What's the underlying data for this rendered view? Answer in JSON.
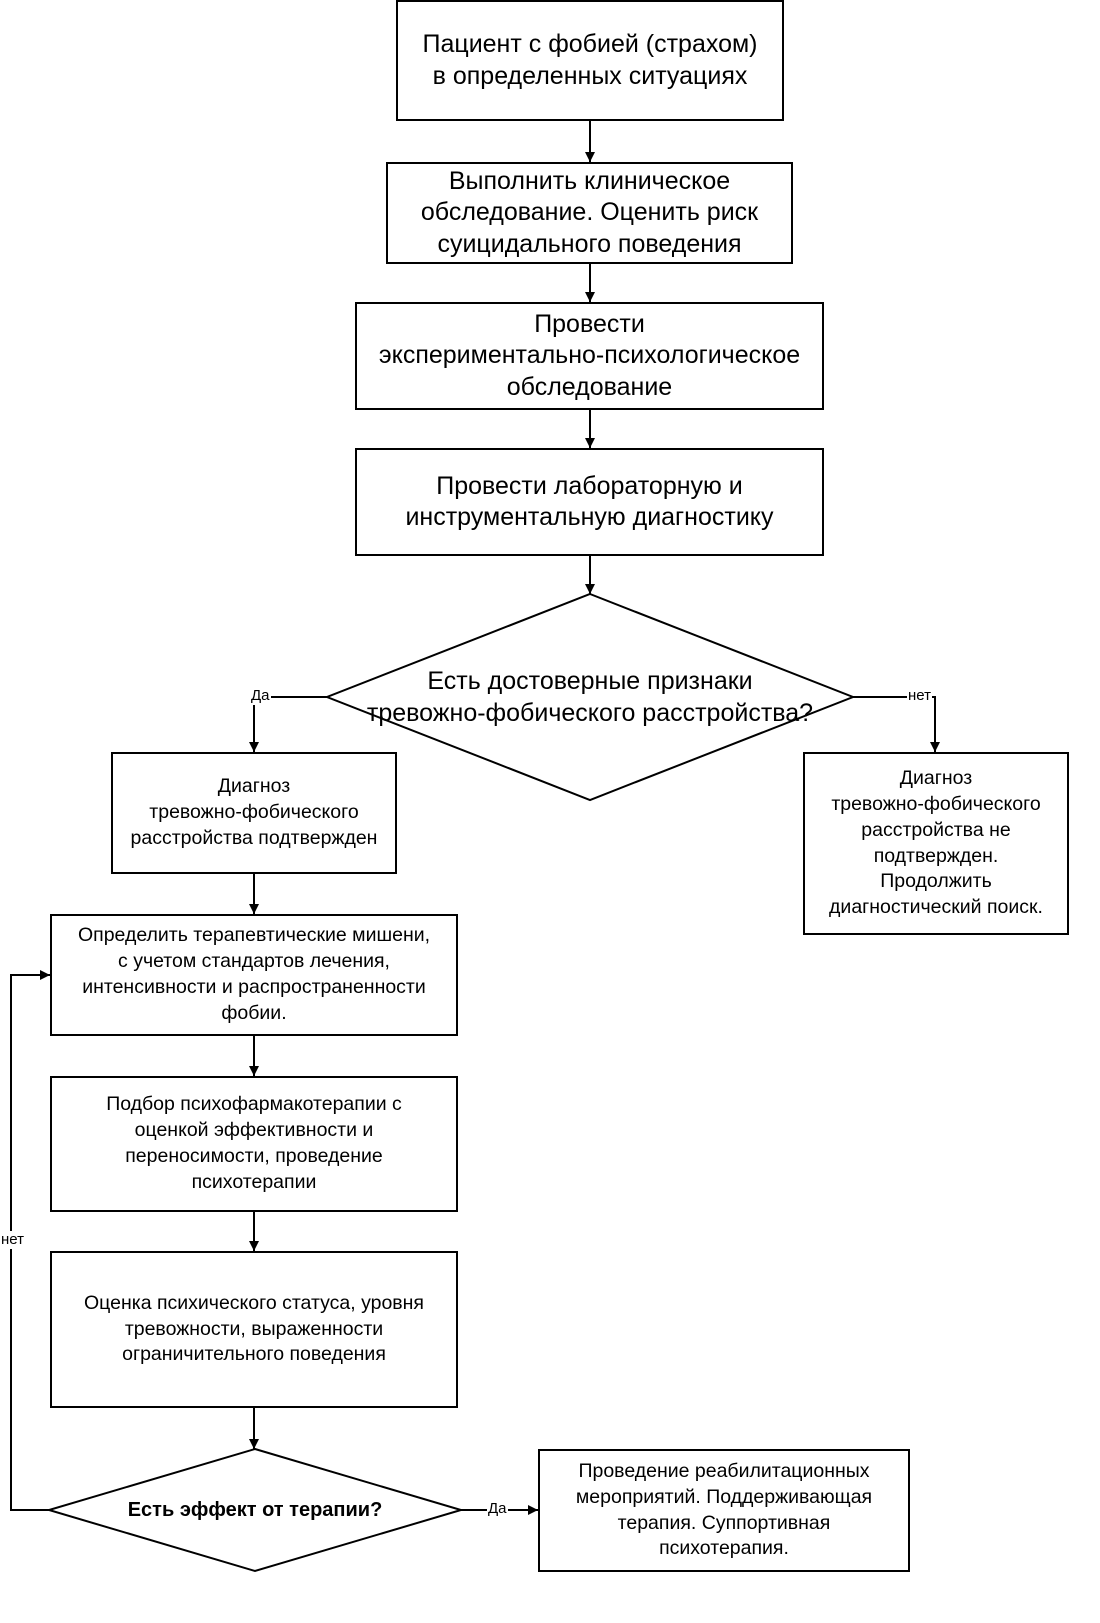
{
  "nodes": {
    "start": "Пациент с фобией (страхом)\nв определенных ситуациях",
    "clinical_exam": "Выполнить клиническое\nобследование.  Оценить риск\nсуицидального поведения",
    "psych_exam": "Провести\nэкспериментально-психологическое\nобследование",
    "lab_diagnostics": "Провести лабораторную и\nинструментальную диагностику",
    "decision_signs": "Есть достоверные признаки\nтревожно-фобического расстройства?",
    "diagnosis_confirmed": "Диагноз\nтревожно-фобического\nрасстройства подтвержден",
    "diagnosis_not_confirmed": "Диагноз\nтревожно-фобического\nрасстройства не\nподтвержден.\nПродолжить\nдиагностический поиск.",
    "targets": "Определить терапевтические мишени,\nс учетом стандартов лечения,\nинтенсивности и распространенности\nфобии.",
    "pharmacotherapy": "Подбор психофармакотерапии с\nоценкой эффективности и\nпереносимости, проведение\nпсихотерапии",
    "status_assessment": "Оценка психического статуса, уровня\nтревожности, выраженности\nограничительного поведения",
    "decision_effect": "Есть эффект от терапии?",
    "rehabilitation": "Проведение реабилитационных\nмероприятий. Поддерживающая\nтерапия. Суппортивная\nпсихотерапия."
  },
  "edge_labels": {
    "signs_yes": "Да",
    "signs_no": "нет",
    "effect_no": "нет",
    "effect_yes": "Да"
  }
}
